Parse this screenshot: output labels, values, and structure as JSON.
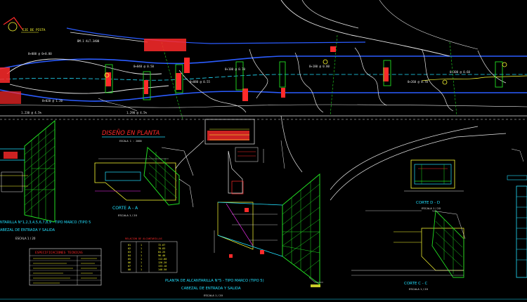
{
  "colors": {
    "background": "#000000",
    "road": "#2b5cff",
    "terrain": "#e8e8e8",
    "hatch": "#22dd22",
    "red": "#ff2a2a",
    "yellow": "#ffff33",
    "cyan": "#22e0ff",
    "magenta": "#ff33ff",
    "white": "#ffffff"
  },
  "labels": {
    "eje_de_pista": "EJE DE PISTA",
    "diseno_en_planta": "DISEÑO EN PLANTA",
    "corte_a": "CORTE A - A",
    "escala_1_20": "ESCALA 1 / 20",
    "corte_d": "CORTE D - D",
    "corte_c": "CORTE C - C",
    "left_title_1": "NTARILLA  N°1,2,3,4,5,6,7,8,9 - TIPO MARCO (TIPO 5",
    "left_title_2": "ABEZAL DE ENTRADA Y SALIDA",
    "left_scale": "ESCALA 1 / 20",
    "planta_title_1": "PLANTA DE ALCANTARILLA  N°5 - TIPO MARCO (TIPO 5)",
    "planta_title_2": "CABEZAL DE ENTRADA Y SALIDA",
    "planta_scale": "ESCALA 1 / 20",
    "relacion": "RELACION DE ALCANTARILLAS",
    "especificaciones": "ESPECIFICACIONES TECNICAS"
  },
  "relation_table": {
    "rows": [
      [
        "01",
        "1",
        "72.67"
      ],
      [
        "02",
        "1",
        "78.83"
      ],
      [
        "03",
        "1",
        "84.25"
      ],
      [
        "04",
        "1",
        "96.40"
      ],
      [
        "05",
        "1",
        "112.60"
      ],
      [
        "06",
        "1",
        "126.20"
      ],
      [
        "07",
        "1",
        "133.10"
      ],
      [
        "08",
        "1",
        "148.50"
      ]
    ]
  }
}
